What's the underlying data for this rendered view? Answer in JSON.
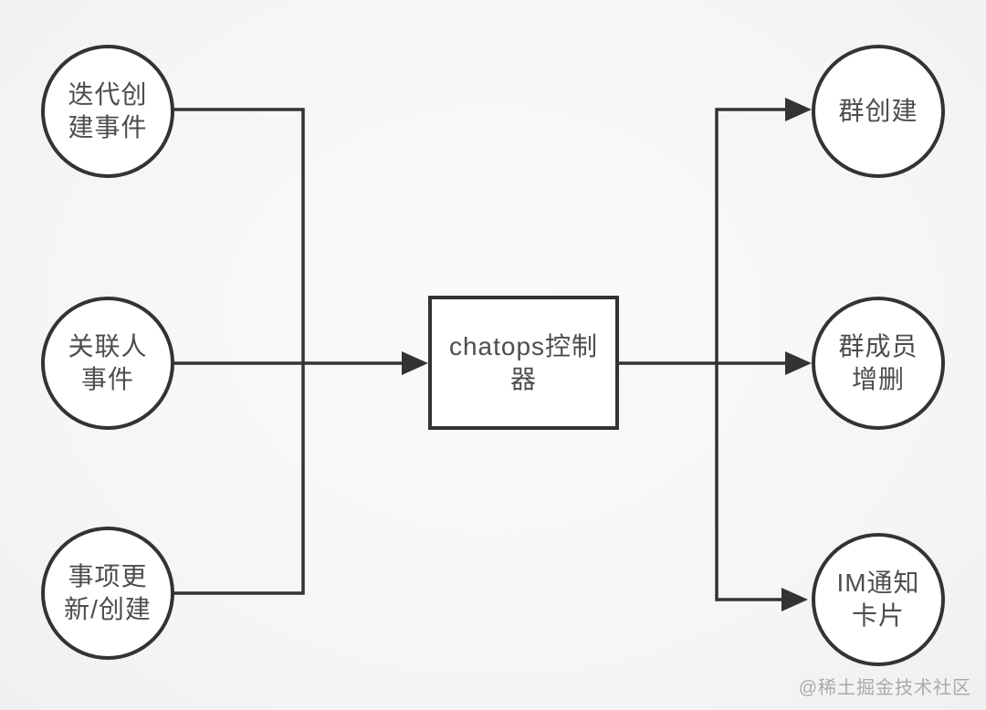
{
  "diagram": {
    "background_color": "#f6f6f6",
    "stroke_color": "#333333",
    "text_color": "#4d4d4d",
    "nodes": {
      "left": [
        {
          "id": "iteration-create-event",
          "shape": "circle",
          "label": "迭代创\n建事件"
        },
        {
          "id": "related-person-event",
          "shape": "circle",
          "label": "关联人\n事件"
        },
        {
          "id": "item-update-create",
          "shape": "circle",
          "label": "事项更\n新/创建"
        }
      ],
      "center": {
        "id": "chatops-controller",
        "shape": "rect",
        "label": "chatops控制\n器"
      },
      "right": [
        {
          "id": "group-create",
          "shape": "circle",
          "label": "群创建"
        },
        {
          "id": "group-member-add-remove",
          "shape": "circle",
          "label": "群成员\n增删"
        },
        {
          "id": "im-notification-card",
          "shape": "circle",
          "label": "IM通知\n卡片"
        }
      ]
    },
    "edges": [
      "迭代创建事件 -> chatops控制器",
      "关联人事件 -> chatops控制器",
      "事项更新/创建 -> chatops控制器",
      "chatops控制器 -> 群创建",
      "chatops控制器 -> 群成员增删",
      "chatops控制器 -> IM通知卡片"
    ],
    "watermark": "@稀土掘金技术社区"
  }
}
